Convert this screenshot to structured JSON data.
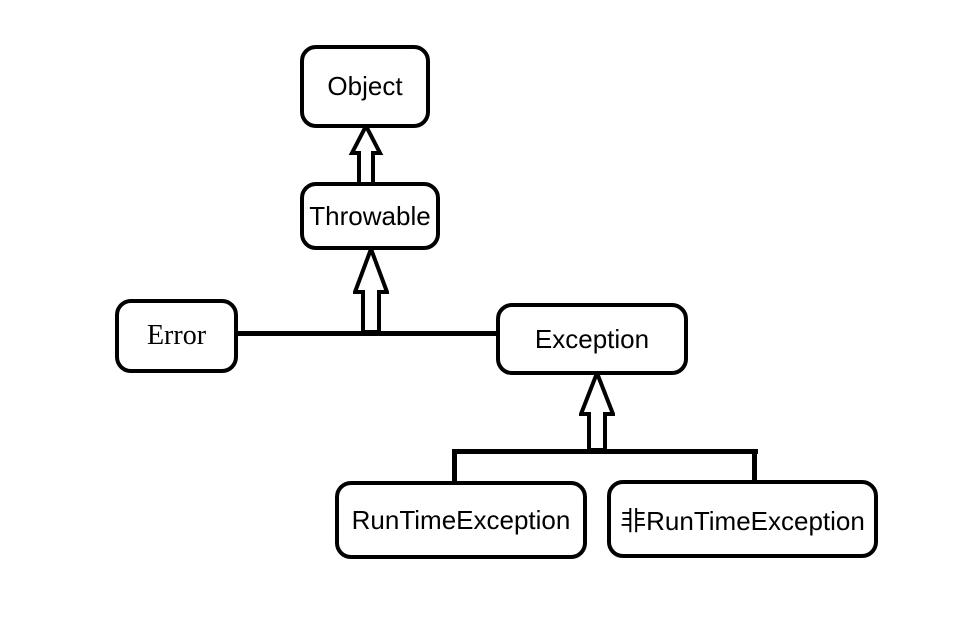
{
  "diagram": {
    "type": "class-inheritance-hierarchy",
    "colors": {
      "stroke": "#000000",
      "background": "#ffffff",
      "node_fill": "#ffffff"
    },
    "nodes": {
      "object": {
        "label": "Object"
      },
      "throwable": {
        "label": "Throwable"
      },
      "error": {
        "label": "Error"
      },
      "exception": {
        "label": "Exception"
      },
      "runtime": {
        "label": "RunTimeException"
      },
      "nonruntime": {
        "label": "非RunTimeException"
      }
    },
    "edges": [
      {
        "from": "Throwable",
        "to": "Object",
        "style": "hollow-block-arrow-up"
      },
      {
        "from": "Error",
        "to": "Throwable",
        "style": "hollow-block-arrow-up"
      },
      {
        "from": "Exception",
        "to": "Throwable",
        "style": "hollow-block-arrow-up"
      },
      {
        "from": "RunTimeException",
        "to": "Exception",
        "style": "hollow-block-arrow-up"
      },
      {
        "from": "非RunTimeException",
        "to": "Exception",
        "style": "hollow-block-arrow-up"
      }
    ]
  }
}
